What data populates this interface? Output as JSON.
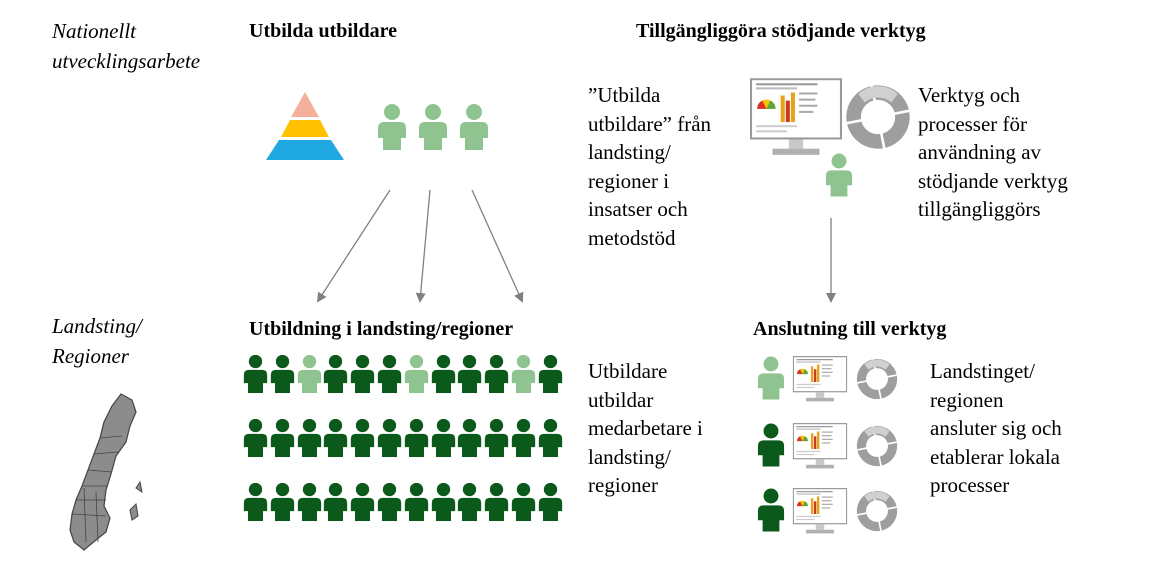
{
  "labels": {
    "level_national": "Nationellt utvecklingsarbete",
    "level_regional": "Landsting/ Regioner"
  },
  "headings": {
    "train_trainers": "Utbilda utbildare",
    "tools": "Tillgängliggöra stödjande verktyg",
    "regional_training": "Utbildning i landsting/regioner",
    "connection": "Anslutning till verktyg"
  },
  "texts": {
    "train_trainers_desc": "”Utbilda utbildare” från landsting/ regioner i insatser och metodstöd",
    "tools_desc": "Verktyg och processer för användning av stödjande verktyg tillgängliggörs",
    "regional_desc": "Utbildare utbildar medarbetare i landsting/ regioner",
    "connection_desc": "Landstinget/ regionen ansluter sig och etablerar lokala processer"
  },
  "icons": {
    "pyramid": "pyramid-icon",
    "person": "person-icon",
    "monitor": "dashboard-monitor-icon",
    "cycle": "cycle-arrows-icon",
    "map": "sweden-map-icon"
  },
  "colors": {
    "dark_green": "#0b5a1b",
    "light_green": "#8fc490",
    "pyramid_top": "#f4b09b",
    "pyramid_mid": "#ffc000",
    "pyramid_bottom": "#20a8e0",
    "arrow": "#808080",
    "cycle": "#a6a6a6"
  }
}
